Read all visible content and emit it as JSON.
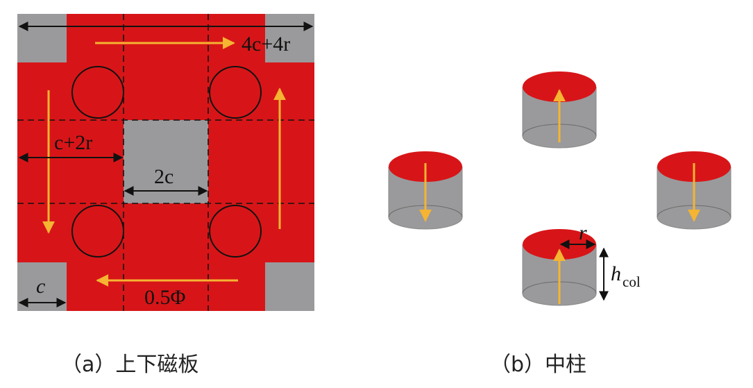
{
  "panel_a": {
    "labels": {
      "width_total": {
        "main": "4c+4r"
      },
      "offset": {
        "main": "c+2r"
      },
      "center_width": {
        "main": "2c"
      },
      "corner": {
        "main": "c"
      },
      "flux": {
        "main": "0.5Φ"
      }
    },
    "caption": "（a）上下磁板"
  },
  "panel_b": {
    "labels": {
      "radius": "r",
      "height_main": "h",
      "height_sub": "col"
    },
    "caption": "（b）中柱"
  },
  "colors": {
    "magnet_red": "#d71518",
    "steel_gray": "#9a9a9c",
    "arrow_gold": "#f5b431",
    "line_black": "#111111"
  }
}
